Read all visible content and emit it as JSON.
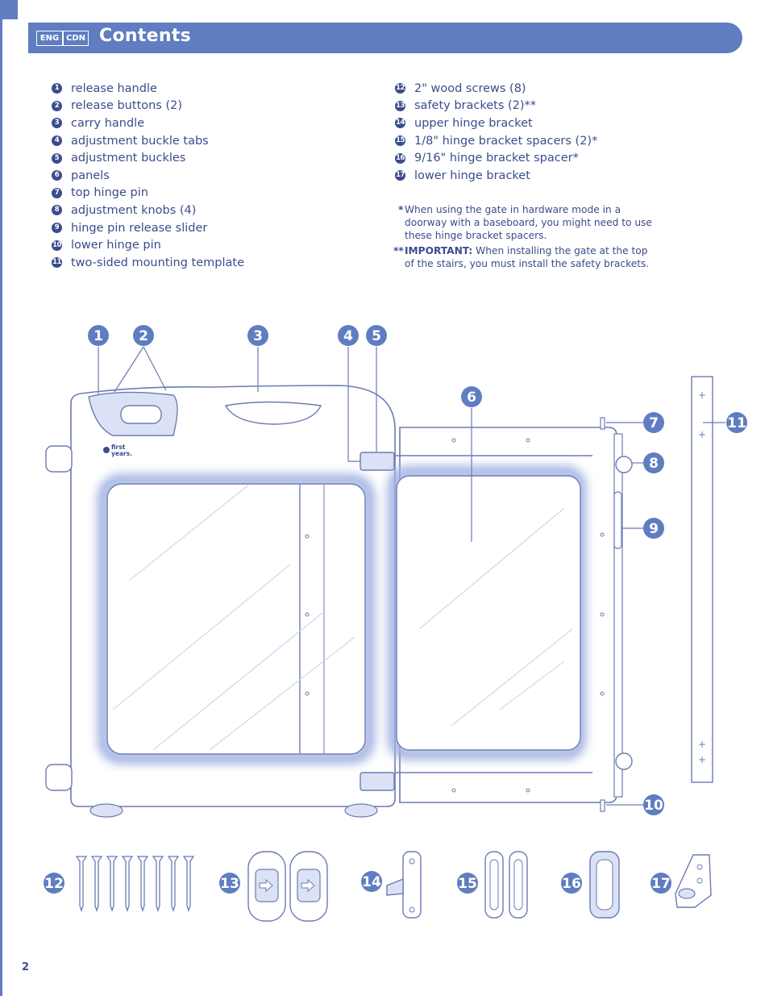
{
  "header": {
    "lang_primary": "ENG",
    "lang_secondary": "CDN",
    "title": "Contents"
  },
  "parts_left": [
    {
      "num": "1",
      "label": "release handle"
    },
    {
      "num": "2",
      "label": "release buttons (2)"
    },
    {
      "num": "3",
      "label": "carry handle"
    },
    {
      "num": "4",
      "label": "adjustment buckle tabs"
    },
    {
      "num": "5",
      "label": "adjustment buckles"
    },
    {
      "num": "6",
      "label": "panels"
    },
    {
      "num": "7",
      "label": "top hinge pin"
    },
    {
      "num": "8",
      "label": "adjustment knobs (4)"
    },
    {
      "num": "9",
      "label": "hinge pin release slider"
    },
    {
      "num": "10",
      "label": "lower hinge pin"
    },
    {
      "num": "11",
      "label": "two-sided mounting template"
    }
  ],
  "parts_right": [
    {
      "num": "12",
      "label": "2\" wood screws (8)"
    },
    {
      "num": "13",
      "label": "safety brackets (2)**"
    },
    {
      "num": "14",
      "label": "upper hinge bracket"
    },
    {
      "num": "15",
      "label": "1/8\" hinge bracket spacers (2)*"
    },
    {
      "num": "16",
      "label": "9/16\" hinge bracket spacer*"
    },
    {
      "num": "17",
      "label": "lower hinge bracket"
    }
  ],
  "notes": {
    "note1_mark": "*",
    "note1_text": "When using the gate in hardware mode in a doorway with a baseboard, you might need to use these hinge bracket spacers.",
    "note2_mark": "**",
    "note2_strong": "IMPORTANT:",
    "note2_text": " When installing the gate at the top of the stairs, you must install the safety brackets."
  },
  "diagram": {
    "brand_line1": "first",
    "brand_line2": "years.",
    "callouts": [
      "1",
      "2",
      "3",
      "4",
      "5",
      "6",
      "7",
      "8",
      "9",
      "10",
      "11",
      "12",
      "13",
      "14",
      "15",
      "16",
      "17"
    ]
  },
  "colors": {
    "accent": "#5f7dc0",
    "text": "#3c4c8c",
    "badge": "#5f7dc0",
    "line_art": "#6b7bb5"
  },
  "page_number": "2"
}
